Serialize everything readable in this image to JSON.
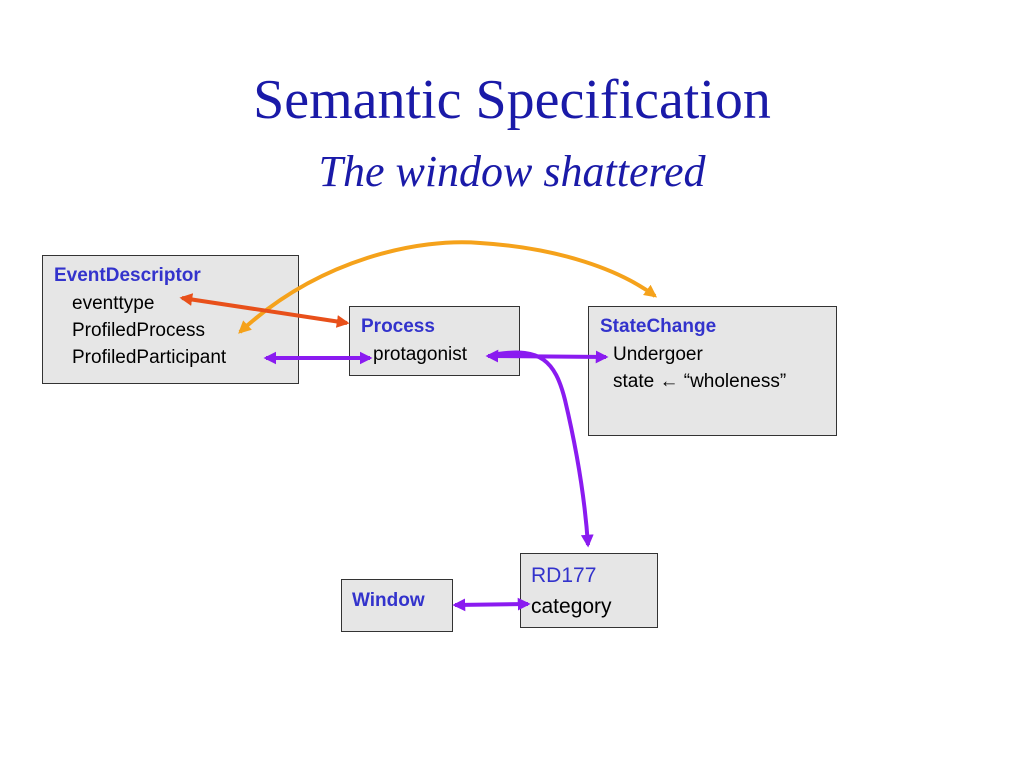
{
  "title": "Semantic Specification",
  "subtitle": "The window shattered",
  "boxes": {
    "event_descriptor": {
      "header": "EventDescriptor",
      "lines": [
        "eventtype",
        "ProfiledProcess",
        "ProfiledParticipant"
      ]
    },
    "process": {
      "header": "Process",
      "lines": [
        "protagonist"
      ]
    },
    "state_change": {
      "header": "StateChange",
      "lines": [
        "Undergoer",
        "state ← “wholeness”"
      ]
    },
    "rd177": {
      "header": "RD177",
      "lines": [
        "category"
      ]
    },
    "window": {
      "header": "Window"
    }
  },
  "colors": {
    "title": "#1a1aa8",
    "header": "#3333cc",
    "box_fill": "#e6e6e6",
    "orange_arrow": "#f5a21b",
    "red_arrow": "#e8501a",
    "purple_arrow": "#8a1bf0"
  }
}
